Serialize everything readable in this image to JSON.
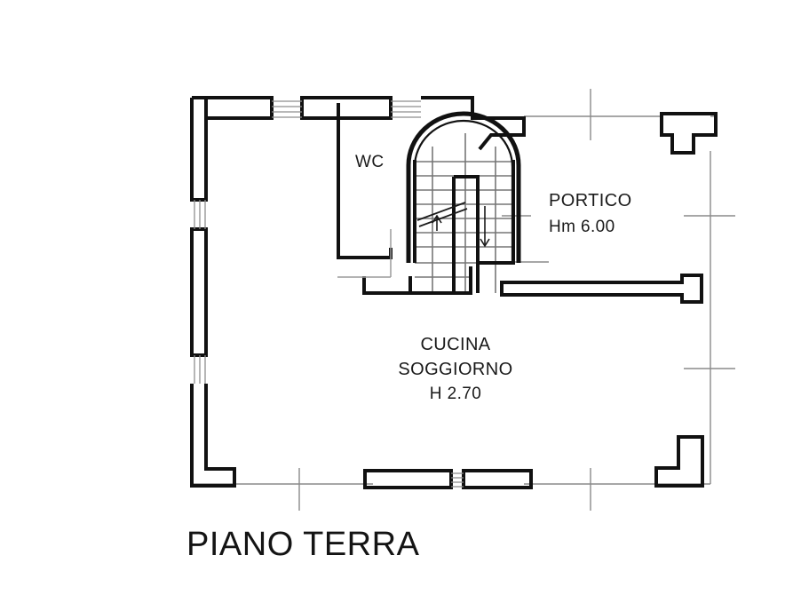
{
  "drawing": {
    "title": "PIANO TERRA",
    "type": "architectural-floor-plan",
    "background_color": "#ffffff",
    "wall_color": "#111111",
    "thin_line_color": "#8a8a8a",
    "stair_line_color": "#6e6e6e"
  },
  "rooms": [
    {
      "id": "wc",
      "name": "WC",
      "label": "WC"
    },
    {
      "id": "portico",
      "name": "PORTICO",
      "label": "PORTICO",
      "height_label": "Hm 6.00"
    },
    {
      "id": "cucina-soggiorno",
      "name": "CUCINA SOGGIORNO",
      "label_line1": "CUCINA",
      "label_line2": "SOGGIORNO",
      "height_label": "H 2.70"
    }
  ],
  "features": {
    "staircase": "U-shaped stair with arched enclosure, up arrow and down arrow",
    "up_arrow": "↑",
    "down_arrow": "↓",
    "pillar_top_right": "T-shaped pillar",
    "pillar_bottom_right": "L-shaped pillar",
    "pillar_bottom_left": "L-shaped pillar",
    "window_left_upper": "window opening",
    "window_left_lower": "window opening",
    "window_top_left": "window opening",
    "window_top_right": "window opening",
    "window_bottom": "window opening"
  }
}
